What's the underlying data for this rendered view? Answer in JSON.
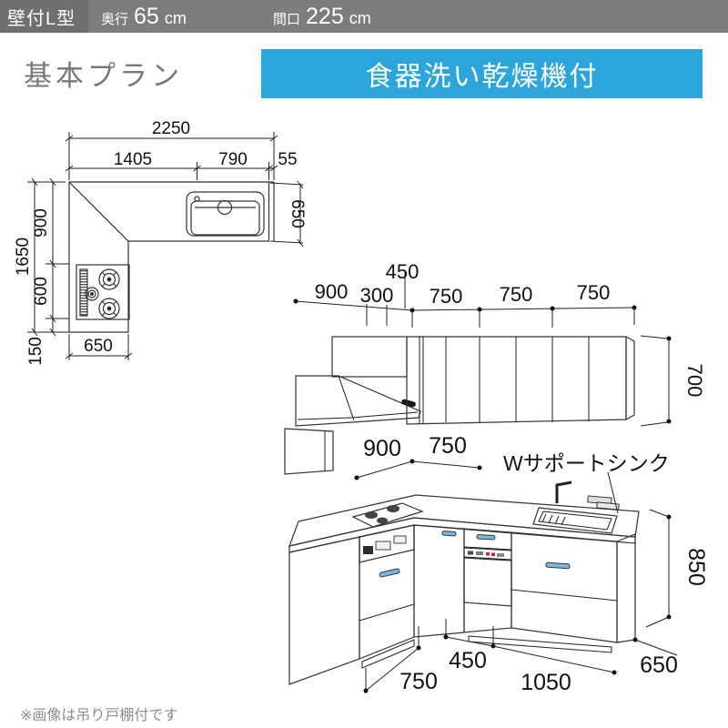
{
  "header": {
    "type": "壁付L型",
    "depth_label": "奥行",
    "depth_value": "65",
    "depth_unit": "cm",
    "frontage_label": "間口",
    "frontage_value": "225",
    "frontage_unit": "cm"
  },
  "title": {
    "plan": "基本プラン",
    "banner": "食器洗い乾燥機付"
  },
  "plan_view": {
    "dims": {
      "total_width": "2250",
      "left_width": "1405",
      "sink_width": "790",
      "end_gap": "55",
      "right_depth": "650",
      "total_depth": "1650",
      "upper_depth": "900",
      "cooktop_span": "600",
      "bottom_gap": "150",
      "arm_width": "650"
    }
  },
  "elevation_view": {
    "dims": {
      "side_depth": "900",
      "filler": "300",
      "corner_cab": "450",
      "cab1": "750",
      "cab2": "750",
      "cab3": "750",
      "height": "700"
    }
  },
  "perspective_view": {
    "sink_label": "Wサポートシンク",
    "dims": {
      "back_left": "900",
      "back_right": "750",
      "height": "850",
      "front_left": "750",
      "corner": "450",
      "front_right": "1050",
      "end_depth": "650"
    }
  },
  "footer": {
    "note": "※画像は吊り戸棚付です"
  }
}
